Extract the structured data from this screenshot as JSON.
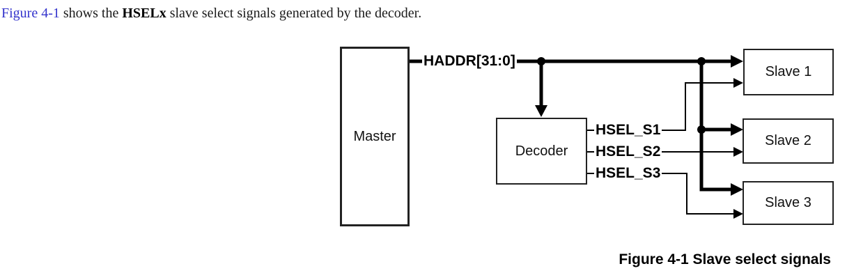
{
  "intro": {
    "link_text": "Figure 4-1",
    "text_after_link": " shows the ",
    "bold_term": "HSELx",
    "text_rest": " slave select signals generated by the decoder."
  },
  "diagram": {
    "blocks": {
      "master": "Master",
      "decoder": "Decoder",
      "slave1": "Slave 1",
      "slave2": "Slave 2",
      "slave3": "Slave 3"
    },
    "signals": {
      "haddr": "HADDR[31:0]",
      "hsel_s1": "HSEL_S1",
      "hsel_s2": "HSEL_S2",
      "hsel_s3": "HSEL_S3"
    },
    "connections": [
      "Master -> HADDR[31:0] bus -> Slave 1, Slave 2, Slave 3 (thick lines)",
      "HADDR[31:0] -> Decoder (thick down arrow)",
      "Decoder -> HSEL_S1 -> Slave 1 (thin line)",
      "Decoder -> HSEL_S2 -> Slave 2 (thin line)",
      "Decoder -> HSEL_S3 -> Slave 3 (thin line)"
    ]
  },
  "caption": "Figure 4-1 Slave select signals",
  "colors": {
    "link": "#3333cc",
    "line": "#000000",
    "box_border": "#222222",
    "background": "#ffffff"
  }
}
